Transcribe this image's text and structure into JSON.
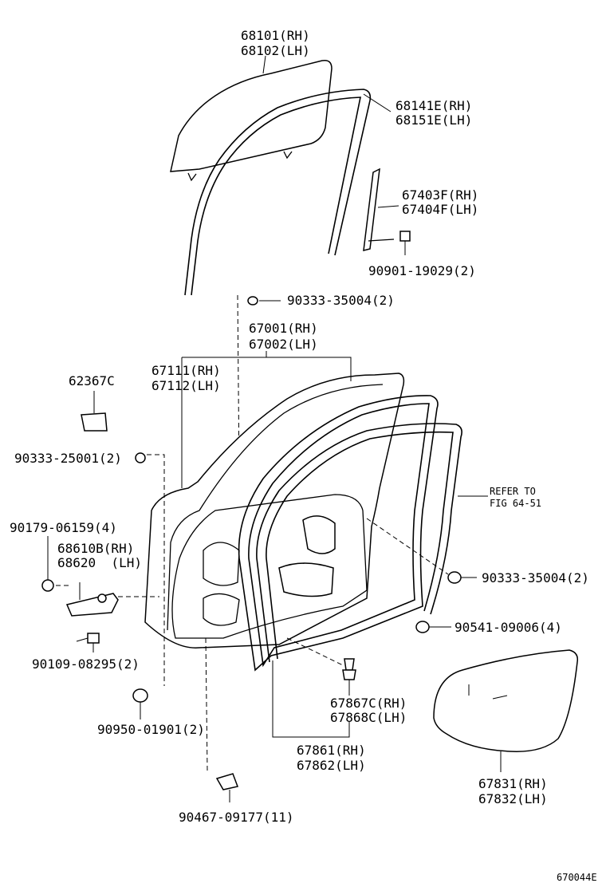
{
  "diagram_id": "670044E",
  "labels": {
    "glass": [
      "68101(RH)",
      "68102(LH)"
    ],
    "glass_run": [
      "68141E(RH)",
      "68151E(LH)"
    ],
    "run_channel": [
      "67403F(RH)",
      "67404F(LH)"
    ],
    "screw_90901": [
      "90901-19029(2)"
    ],
    "hole_plug_top": [
      "90333-35004(2)"
    ],
    "door_panel": [
      "67001(RH)",
      "67002(LH)"
    ],
    "door_outer": [
      "67111(RH)",
      "67112(LH)"
    ],
    "clip_62367": [
      "62367C"
    ],
    "hole_plug_left": [
      "90333-25001(2)"
    ],
    "bolt_90179": [
      "90179-06159(4)"
    ],
    "door_check": [
      "68610B(RH)",
      "68620  (LH)"
    ],
    "refer_to": [
      "REFER TO",
      "FIG 64-51"
    ],
    "hole_plug_right": [
      "90333-35004(2)"
    ],
    "grommet_90541": [
      "90541-09006(4)"
    ],
    "bolt_90109": [
      "90109-08295(2)"
    ],
    "plug_90950": [
      "90950-01901(2)"
    ],
    "seal_clip": [
      "67867C(RH)",
      "67868C(LH)"
    ],
    "weatherstrip": [
      "67861(RH)",
      "67862(LH)"
    ],
    "service_hole_cover": [
      "67831(RH)",
      "67832(LH)"
    ],
    "clip_90467": [
      "90467-09177(11)"
    ]
  }
}
